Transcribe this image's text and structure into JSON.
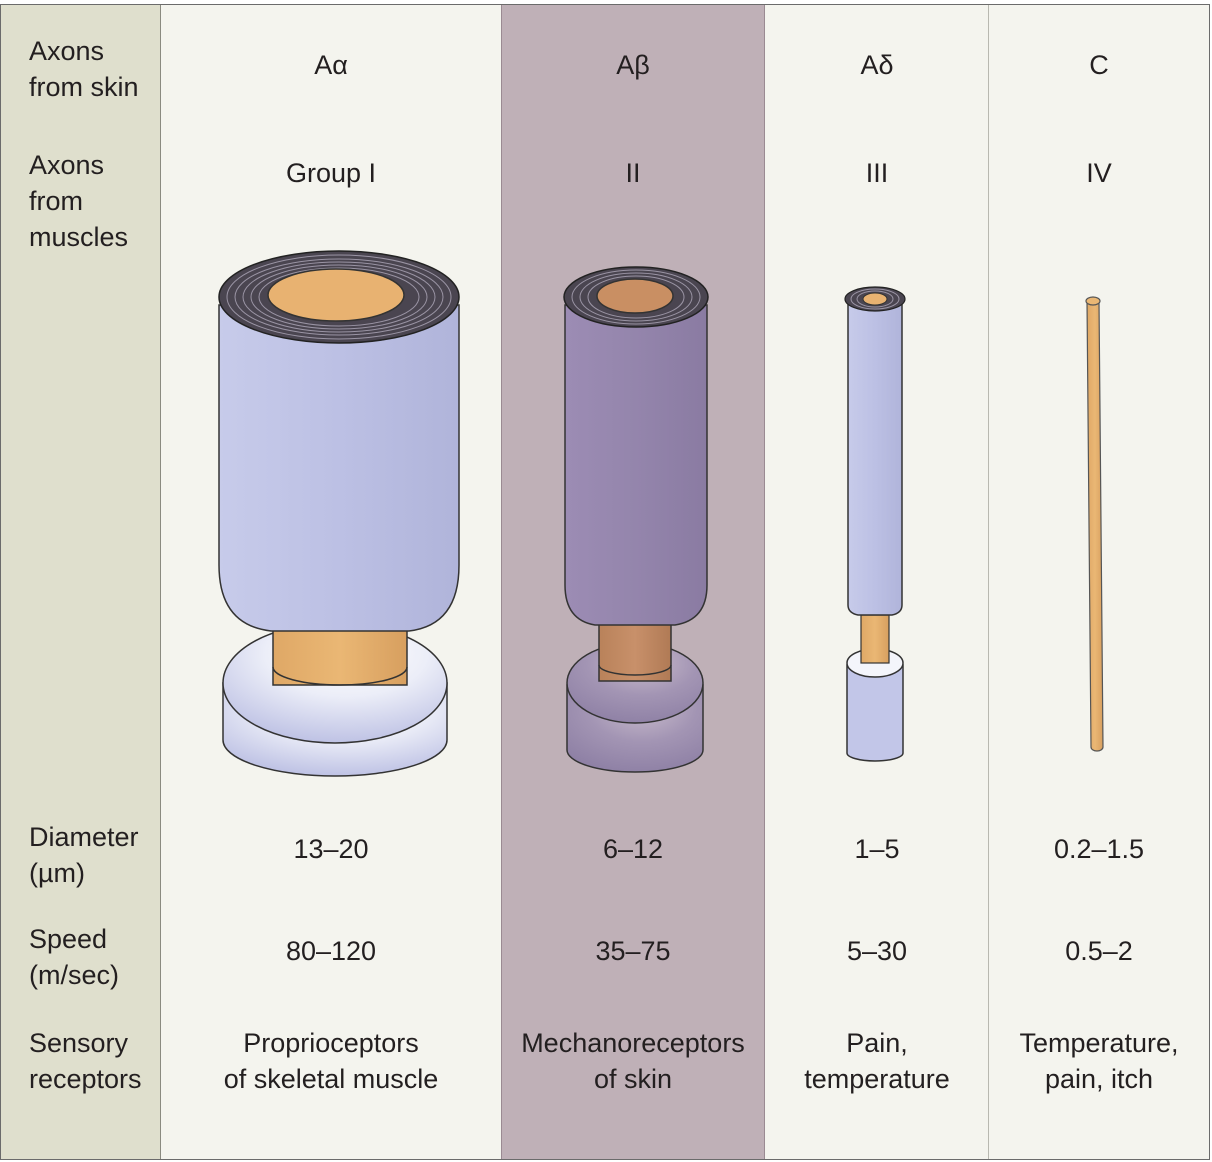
{
  "row_labels": {
    "skin": "Axons\nfrom skin",
    "muscle": "Axons\nfrom\nmuscles",
    "diameter": "Diameter\n(µm)",
    "speed": "Speed\n(m/sec)",
    "receptors": "Sensory\nreceptors"
  },
  "columns": [
    {
      "skin": "Aα",
      "muscle": "Group I",
      "diameter": "13–20",
      "speed": "80–120",
      "receptors": "Proprioceptors\nof skeletal muscle"
    },
    {
      "skin": "Aβ",
      "muscle": "II",
      "diameter": "6–12",
      "speed": "35–75",
      "receptors": "Mechanoreceptors\nof skin"
    },
    {
      "skin": "Aδ",
      "muscle": "III",
      "diameter": "1–5",
      "speed": "5–30",
      "receptors": "Pain,\ntemperature"
    },
    {
      "skin": "C",
      "muscle": "IV",
      "diameter": "0.2–1.5",
      "speed": "0.5–2",
      "receptors": "Temperature,\npain, itch"
    }
  ],
  "colors": {
    "label_column": "#dfdfcd",
    "panel": "#f4f4ee",
    "highlight_column": "#bfb0b7",
    "myelin": "#b7bbdf",
    "myelin_dark": "#9485a8",
    "axon": "#e8b271",
    "axon_dark": "#c98f63"
  }
}
